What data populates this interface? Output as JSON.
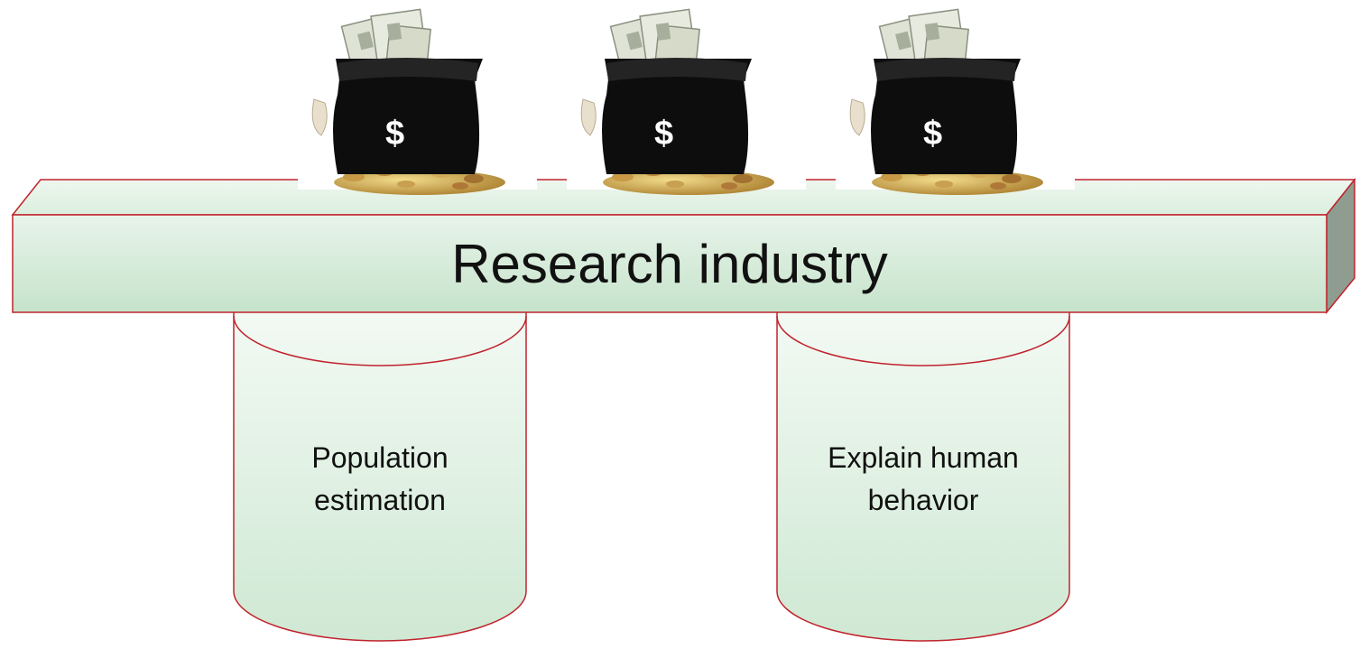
{
  "beam": {
    "label": "Research industry",
    "fill_top": "#d9ecdb",
    "fill_bottom": "#b8dcc0",
    "border": "#c0232d",
    "side_fill": "#8a9a8c"
  },
  "pillars": [
    {
      "label_line1": "Population",
      "label_line2": "estimation"
    },
    {
      "label_line1": "Explain human",
      "label_line2": "behavior"
    }
  ],
  "money_bags": [
    {
      "symbol": "$"
    },
    {
      "symbol": "$"
    },
    {
      "symbol": "$"
    }
  ],
  "colors": {
    "bag": "#0d0d0d",
    "bill": "#dfe3d6",
    "coin": "#c9a24a",
    "pillar_fill": "#d8ecda",
    "outline": "#c0232d"
  }
}
